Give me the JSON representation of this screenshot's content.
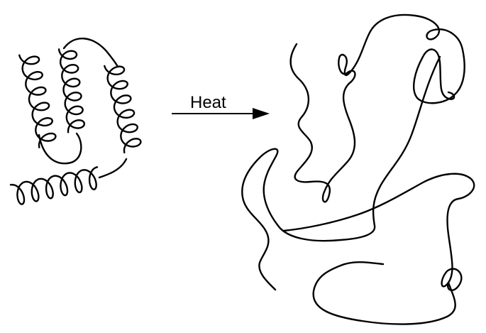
{
  "diagram": {
    "arrow_label": "Heat",
    "left_panel": "folded-protein-helices",
    "right_panel": "denatured-random-coil",
    "colors": {
      "stroke": "#000000",
      "background": "#ffffff"
    }
  }
}
